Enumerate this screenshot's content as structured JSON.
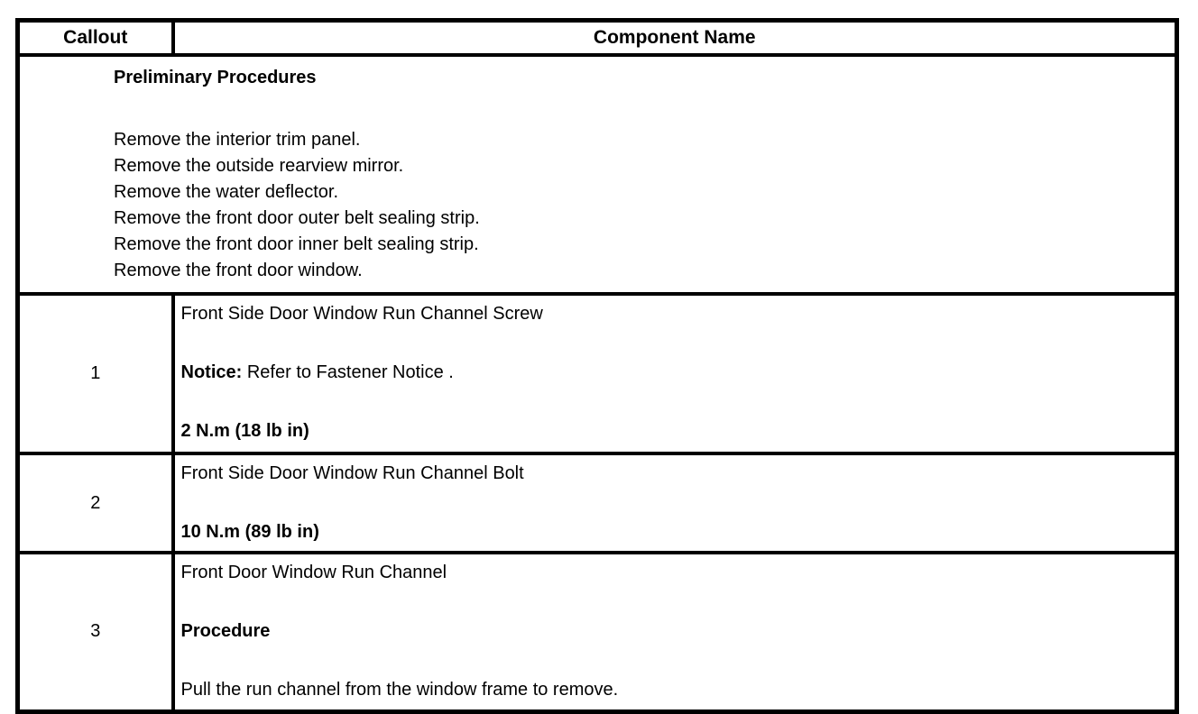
{
  "colors": {
    "border": "#000000",
    "text": "#000000",
    "background": "#ffffff"
  },
  "table": {
    "headers": {
      "callout": "Callout",
      "component": "Component Name"
    },
    "preliminary": {
      "title": "Preliminary Procedures",
      "steps": [
        "Remove the interior trim panel.",
        "Remove the outside rearview mirror.",
        "Remove the water deflector.",
        "Remove the front door outer belt sealing strip.",
        "Remove the front door inner belt sealing strip.",
        "Remove the front door window."
      ]
    },
    "rows": [
      {
        "callout": "1",
        "component": "Front Side Door Window Run Channel Screw",
        "notice_label": "Notice:",
        "notice_text": " Refer to Fastener Notice .",
        "torque": "2 N.m (18 lb in)"
      },
      {
        "callout": "2",
        "component": "Front Side Door Window Run Channel Bolt",
        "torque": "10 N.m (89 lb in)"
      },
      {
        "callout": "3",
        "component": "Front Door Window Run Channel",
        "procedure_label": "Procedure",
        "procedure_text": "Pull the run channel from the window frame to remove."
      }
    ]
  }
}
